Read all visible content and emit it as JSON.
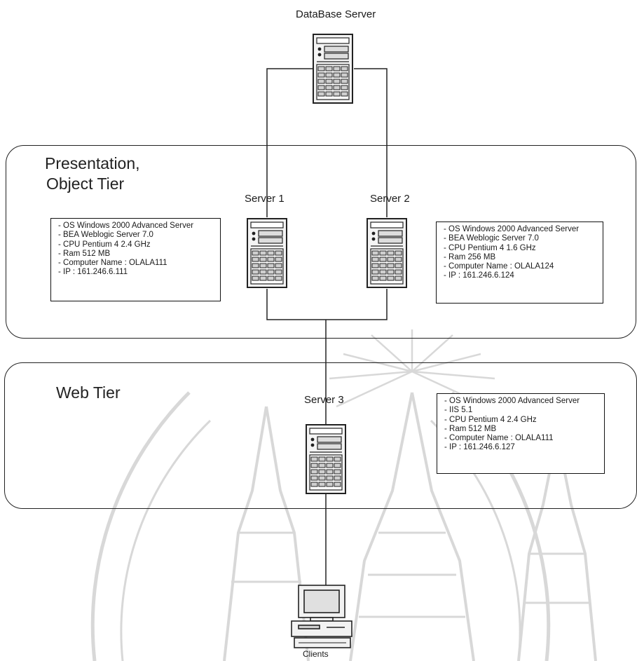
{
  "nodes": {
    "database": {
      "label": "DataBase Server"
    },
    "server1": {
      "label": "Server 1"
    },
    "server2": {
      "label": "Server 2"
    },
    "server3": {
      "label": "Server 3"
    },
    "clients": {
      "label": "Clients"
    }
  },
  "tiers": {
    "presentation": {
      "title_line1": "Presentation,",
      "title_line2": "Object Tier"
    },
    "web": {
      "title": "Web Tier"
    }
  },
  "specs": {
    "server1": [
      "- OS Windows 2000 Advanced Server",
      "- BEA Weblogic Server 7.0",
      "- CPU Pentium 4 2.4 GHz",
      "- Ram 512 MB",
      "- Computer Name : OLALA111",
      "- IP : 161.246.6.111"
    ],
    "server2": [
      "- OS Windows 2000 Advanced Server",
      "- BEA Weblogic Server 7.0",
      "- CPU Pentium 4 1.6 GHz",
      "- Ram 256 MB",
      "- Computer Name : OLALA124",
      "- IP : 161.246.6.124"
    ],
    "server3": [
      "- OS Windows 2000 Advanced Server",
      "- IIS 5.1",
      "- CPU Pentium 4 2.4 GHz",
      "- Ram 512 MB",
      "- Computer Name : OLALA111",
      "- IP : 161.246.6.127"
    ]
  },
  "icons": {
    "server": "server-tower-icon",
    "client": "desktop-computer-icon",
    "watermark": "temple-seal-watermark"
  },
  "colors": {
    "line": "#222222",
    "watermark": "#d6d6d6"
  }
}
